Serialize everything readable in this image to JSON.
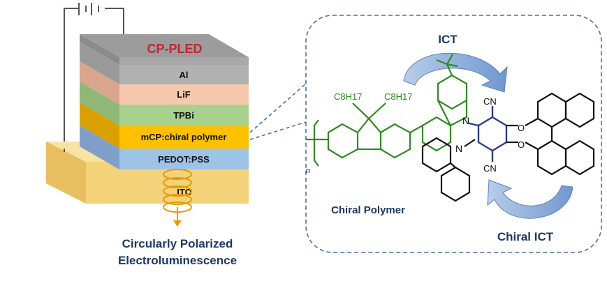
{
  "device": {
    "title": "CP-PLED",
    "layers": [
      "Al",
      "LiF",
      "TPBi",
      "mCP:chiral polymer",
      "PEDOT:PSS"
    ],
    "substrate": "ITO",
    "caption_line1": "Circularly Polarized",
    "caption_line2": "Electroluminescence"
  },
  "molecule": {
    "ict_label": "ICT",
    "chiral_ict_label": "Chiral ICT",
    "polymer_label": "Chiral Polymer",
    "atoms": {
      "n1": "N",
      "n2": "N",
      "cn1": "CN",
      "cn2": "CN",
      "o1": "O",
      "o2": "O",
      "c8h17_left": "C8H17",
      "c8h17_right": "C8H17",
      "subscript_n": "n"
    }
  },
  "colors": {
    "title_red": "#c0272d",
    "navy": "#1f3864",
    "green": "#2e8b1e",
    "blue_struct": "#2b3a8f",
    "arrow_blue": "#8fb1dc",
    "dash_border": "#4a6fa0"
  }
}
